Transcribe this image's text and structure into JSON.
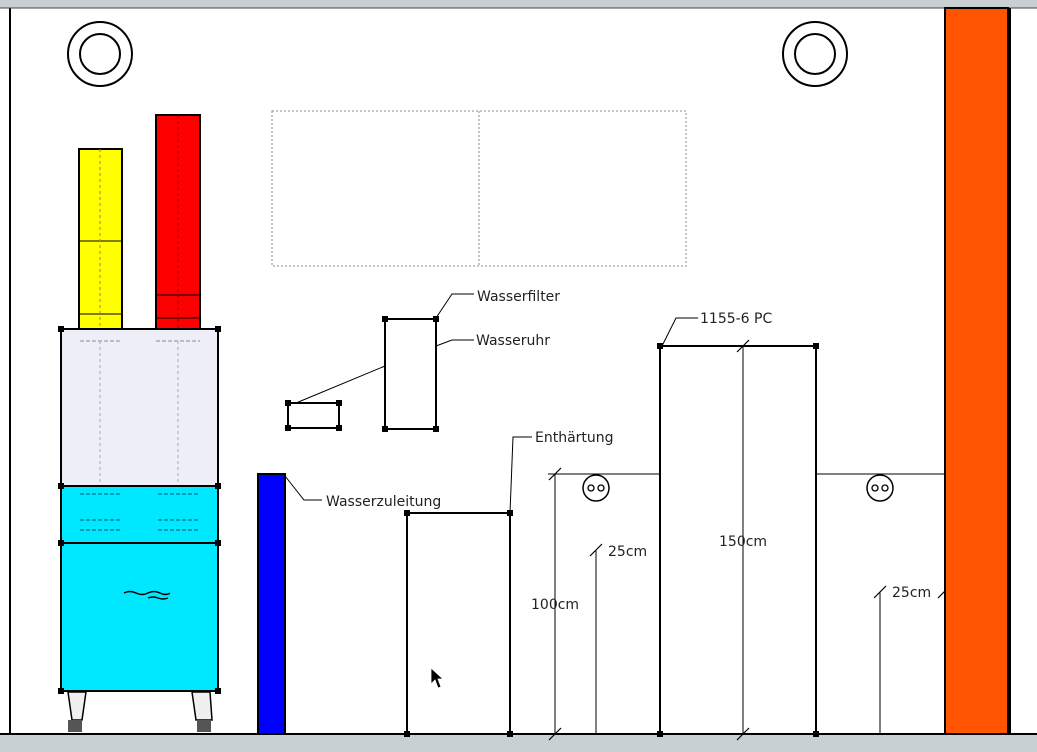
{
  "labels": {
    "wasserfilter": "Wasserfilter",
    "wasseruhr": "Wasseruhr",
    "pc": "1155-6 PC",
    "enthaertung": "Enthärtung",
    "wasserzuleitung": "Wasserzuleitung",
    "dim_100": "100cm",
    "dim_150": "150cm",
    "dim_25_left": "25cm",
    "dim_25_right": "25cm",
    "machine_brand_line1": " ",
    "machine_brand_line2": " "
  },
  "colors": {
    "background": "#ffffff",
    "frame": "#c8d0d4",
    "yellow_pipe": "#ffff00",
    "red_pipe": "#ff0000",
    "hood": "#eeeef8",
    "machine": "#00e8ff",
    "water_pipe": "#0000ff",
    "orange_column": "#ff5500"
  }
}
